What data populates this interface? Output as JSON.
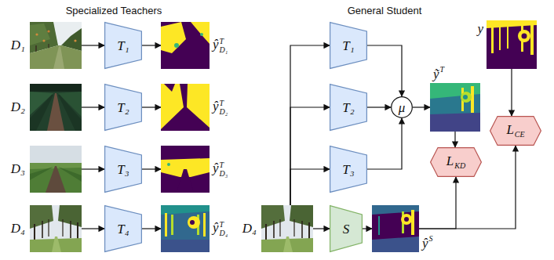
{
  "diagram": {
    "nodes": [
      {
        "text": [
          "D₁"
        ]
      },
      {
        "text": [
          "T₁"
        ]
      },
      {
        "text": [
          "ŷ",
          "T",
          "D₁"
        ]
      },
      {
        "text": [
          "D₂"
        ]
      },
      {
        "text": [
          "T₂"
        ]
      },
      {
        "text": [
          "ŷ",
          "T",
          "D₂"
        ]
      },
      {
        "text": [
          "D₃"
        ]
      },
      {
        "text": [
          "T₃"
        ]
      },
      {
        "text": [
          "ŷ",
          "T",
          "D₃"
        ]
      },
      {
        "text": [
          "D₄"
        ]
      },
      {
        "text": [
          "T₄"
        ]
      },
      {
        "text": [
          "ŷ",
          "T",
          "D₄"
        ]
      },
      {
        "text": [
          "T₁"
        ]
      },
      {
        "text": [
          "y"
        ]
      },
      {
        "text": [
          "T₂"
        ]
      },
      {
        "text": [
          "μ"
        ]
      },
      {
        "text": [
          "ỹ",
          "T"
        ]
      },
      {
        "text": [
          "L",
          "CE"
        ]
      },
      {
        "text": [
          "T₃"
        ]
      },
      {
        "text": [
          "L",
          "KD"
        ]
      },
      {
        "text": [
          "D₄"
        ]
      },
      {
        "text": [
          "S"
        ]
      },
      {
        "text": [
          "ŷ",
          "S"
        ]
      }
    ],
    "edges": [
      {
        "from": 0,
        "to": 1,
        "arrow": "to"
      },
      {
        "from": 1,
        "to": 2,
        "arrow": "to"
      },
      {
        "from": 3,
        "to": 4,
        "arrow": "to"
      },
      {
        "from": 4,
        "to": 5,
        "arrow": "to"
      },
      {
        "from": 6,
        "to": 7,
        "arrow": "to"
      },
      {
        "from": 7,
        "to": 8,
        "arrow": "to"
      },
      {
        "from": 9,
        "to": 10,
        "arrow": "to"
      },
      {
        "from": 10,
        "to": 11,
        "arrow": "to"
      },
      {
        "from": 20,
        "to": 12,
        "arrow": "to"
      },
      {
        "from": 20,
        "to": 14,
        "arrow": "to"
      },
      {
        "from": 20,
        "to": 18,
        "arrow": "to"
      },
      {
        "from": 20,
        "to": 21,
        "arrow": "to"
      },
      {
        "from": 12,
        "to": 15,
        "arrow": "to"
      },
      {
        "from": 14,
        "to": 15,
        "arrow": "to"
      },
      {
        "from": 18,
        "to": 15,
        "arrow": "to"
      },
      {
        "from": 15,
        "to": 16,
        "arrow": "to"
      },
      {
        "from": 16,
        "to": 19,
        "arrow": "to"
      },
      {
        "from": 13,
        "to": 17,
        "arrow": "to"
      },
      {
        "from": 21,
        "to": 22,
        "arrow": "to"
      },
      {
        "from": 22,
        "to": 19,
        "arrow": "to"
      },
      {
        "from": 22,
        "to": 17,
        "arrow": "to"
      }
    ],
    "labels": [
      "Specialized Teachers",
      "General Student"
    ]
  }
}
